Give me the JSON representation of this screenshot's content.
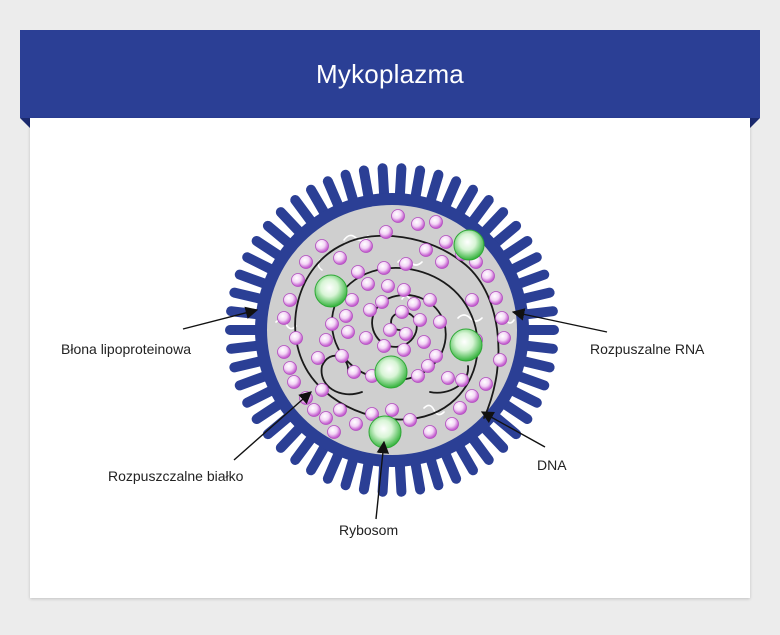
{
  "title": "Mykoplazma",
  "labels": {
    "membrane": "Błona lipoproteinowa",
    "rna": "Rozpuszalne RNA",
    "protein": "Rozpuszczalne białko",
    "dna": "DNA",
    "ribosome": "Rybosom"
  },
  "colors": {
    "banner": "#2b3f95",
    "membrane": "#2b3f95",
    "cytoplasm": "#cfcfcf",
    "protein": "#c55fd0",
    "ribosome": "#42c54a"
  }
}
